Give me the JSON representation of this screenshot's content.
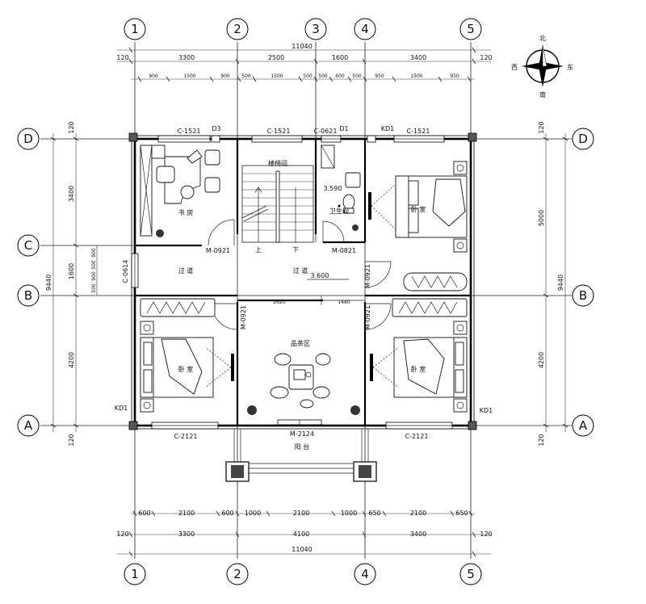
{
  "axes": {
    "columns": [
      "1",
      "2",
      "3",
      "4",
      "5"
    ],
    "rows": [
      "D",
      "C",
      "B",
      "A"
    ]
  },
  "compass": {
    "north": "北",
    "south": "南",
    "east": "东",
    "west": "西"
  },
  "dims_top": {
    "overall": "11040",
    "tier1": [
      "120",
      "3300",
      "2500",
      "1600",
      "3400",
      "120"
    ],
    "tier2": [
      "900",
      "1500",
      "900",
      "500",
      "1500",
      "500",
      "500",
      "600",
      "500",
      "950",
      "1500",
      "950"
    ]
  },
  "dims_bottom": {
    "tier1": [
      "600",
      "2100",
      "600",
      "1000",
      "2100",
      "1000",
      "650",
      "2100",
      "650"
    ],
    "tier2": [
      "120",
      "3300",
      "4100",
      "3400",
      "120"
    ],
    "overall": "11040"
  },
  "dims_left": {
    "outer": "9440",
    "tier1": [
      "120",
      "3400",
      "1600",
      "4200",
      "120"
    ],
    "small": [
      "900",
      "500",
      "900",
      "500"
    ]
  },
  "dims_right": {
    "outer": "9440",
    "tier1": [
      "120",
      "5000",
      "4200",
      "120"
    ]
  },
  "rooms": {
    "study": "书 房",
    "stairs": "楼梯间",
    "bath": "卫生间",
    "bedroom_ne": "卧 室",
    "corridor_w": "过 道",
    "corridor_c": "过 道",
    "bedroom_sw": "卧 室",
    "leisure": "品茶区",
    "bedroom_se": "卧 室",
    "balcony": "阳 台"
  },
  "labels": {
    "win_study": "C-1521",
    "win_stair": "C-1521",
    "win_bath": "C-0621",
    "win_bed_ne": "C-1521",
    "d3": "D3",
    "d1": "D1",
    "kd1_top": "KD1",
    "kd1_left": "KD1",
    "kd1_right": "KD1",
    "door_study": "M-0921",
    "door_bath": "M-0821",
    "door_bed_ne": "M-0921",
    "door_bed_sw": "M-0921",
    "door_bed_se": "M-0921",
    "door_balcony": "M-2124",
    "win_w": "C-0614",
    "win_sw": "C-2121",
    "win_se": "C-2121",
    "elev_bath": "3.590",
    "elev_hall": "3.600",
    "up": "上",
    "down": "下",
    "d2620": "2620",
    "d1480": "1480"
  }
}
